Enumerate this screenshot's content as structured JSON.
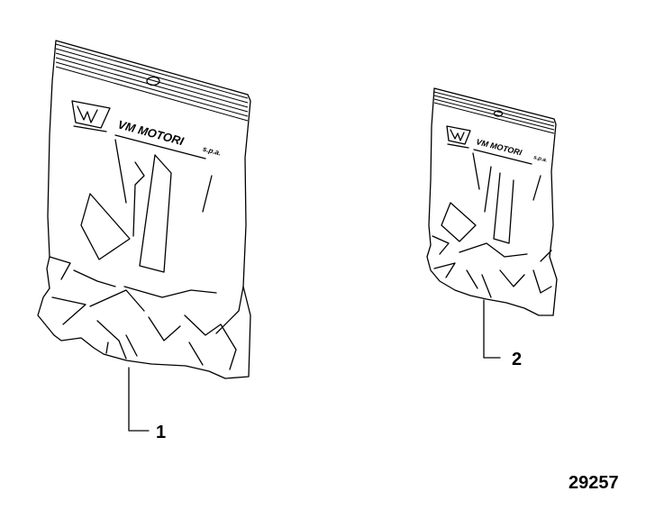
{
  "callouts": {
    "large_bag": "1",
    "small_bag": "2"
  },
  "bag_brand": {
    "name": "VM MOTORI",
    "suffix": "s.p.a."
  },
  "figure_number": "29257"
}
